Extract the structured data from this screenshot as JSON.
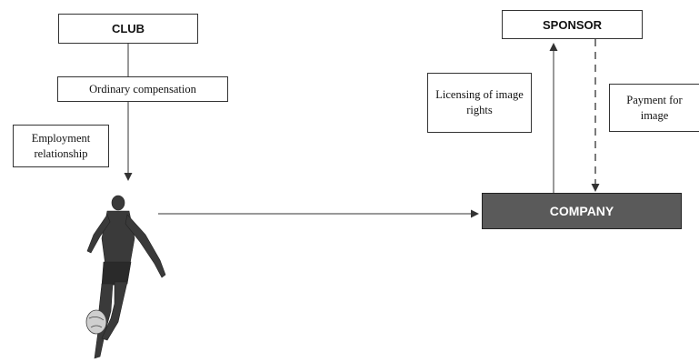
{
  "boxes": {
    "club": "CLUB",
    "ordinary_compensation": "Ordinary compensation",
    "employment_relationship": "Employment relationship",
    "sponsor": "SPONSOR",
    "licensing": "Licensing of image rights",
    "payment": "Payment for image",
    "company": "COMPANY"
  },
  "colors": {
    "company_fill": "#5a5a5a",
    "company_text": "#ffffff",
    "line": "#333333",
    "player_fill": "#3a3a3a"
  },
  "icons": {
    "player": "football-player-icon"
  }
}
